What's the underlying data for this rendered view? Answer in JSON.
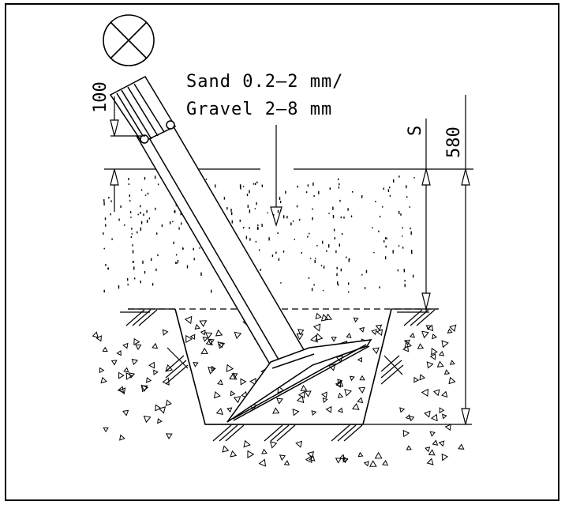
{
  "symbol": {
    "icon": "crossed-circle-icon"
  },
  "fill_material": {
    "line1": "Sand 0.2–2 mm/",
    "line2": "Gravel 2–8 mm"
  },
  "dimensions": {
    "pipe_end_offset": "100",
    "depth_symbol": "S",
    "total_depth": "580"
  }
}
